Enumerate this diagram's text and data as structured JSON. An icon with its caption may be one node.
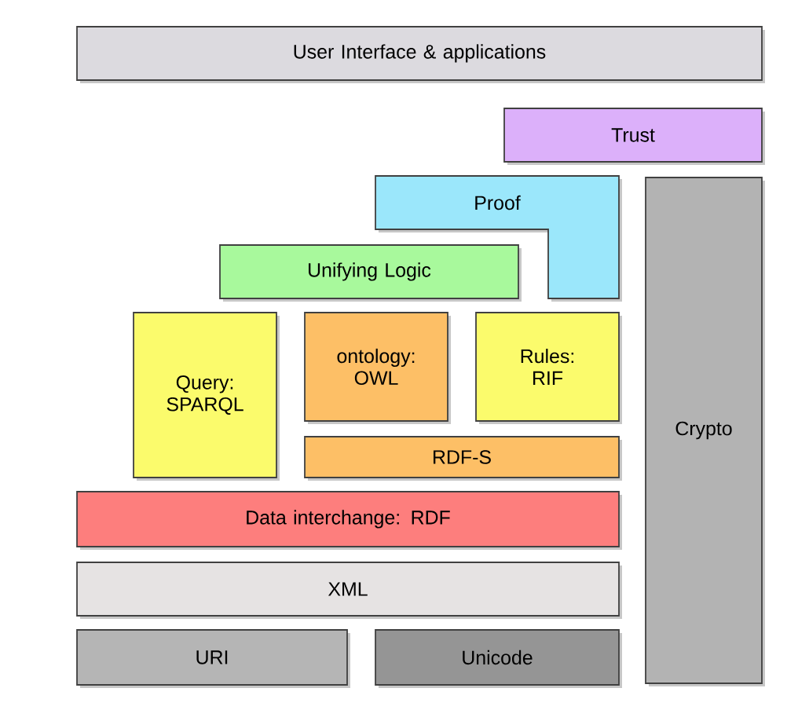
{
  "diagram": {
    "nodes": [
      {
        "text": [
          "User Interface & applications"
        ]
      },
      {
        "text": [
          "Trust"
        ]
      },
      {
        "text": [
          "Proof"
        ]
      },
      {
        "text": [
          "Unifying Logic"
        ]
      },
      {
        "text": [
          "Crypto"
        ]
      },
      {
        "text": [
          "Query: SPARQL"
        ]
      },
      {
        "text": [
          "ontology: OWL"
        ]
      },
      {
        "text": [
          "Rules: RIF"
        ]
      },
      {
        "text": [
          "RDF-S"
        ]
      },
      {
        "text": [
          "Data interchange: RDF"
        ]
      },
      {
        "text": [
          "XML"
        ]
      },
      {
        "text": [
          "URI"
        ]
      },
      {
        "text": [
          "Unicode"
        ]
      }
    ]
  }
}
